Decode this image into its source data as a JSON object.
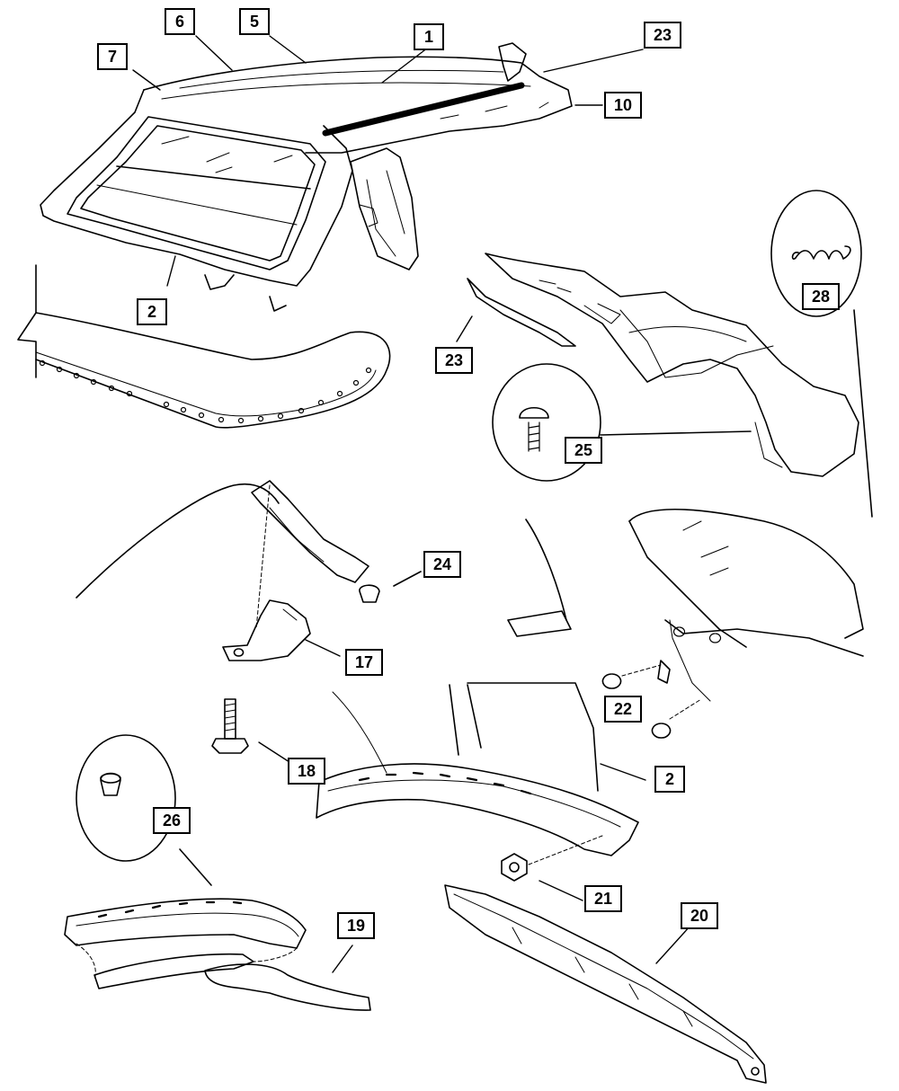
{
  "callouts": {
    "c1": "1",
    "c2_top": "2",
    "c5": "5",
    "c6": "6",
    "c7": "7",
    "c10": "10",
    "c23_top": "23",
    "c23_mid": "23",
    "c28": "28",
    "c25": "25",
    "c24": "24",
    "c17": "17",
    "c22": "22",
    "c18": "18",
    "c2_bottom": "2",
    "c26": "26",
    "c21": "21",
    "c20": "20",
    "c19": "19"
  },
  "colors": {
    "line": "#000000",
    "background": "#ffffff"
  }
}
